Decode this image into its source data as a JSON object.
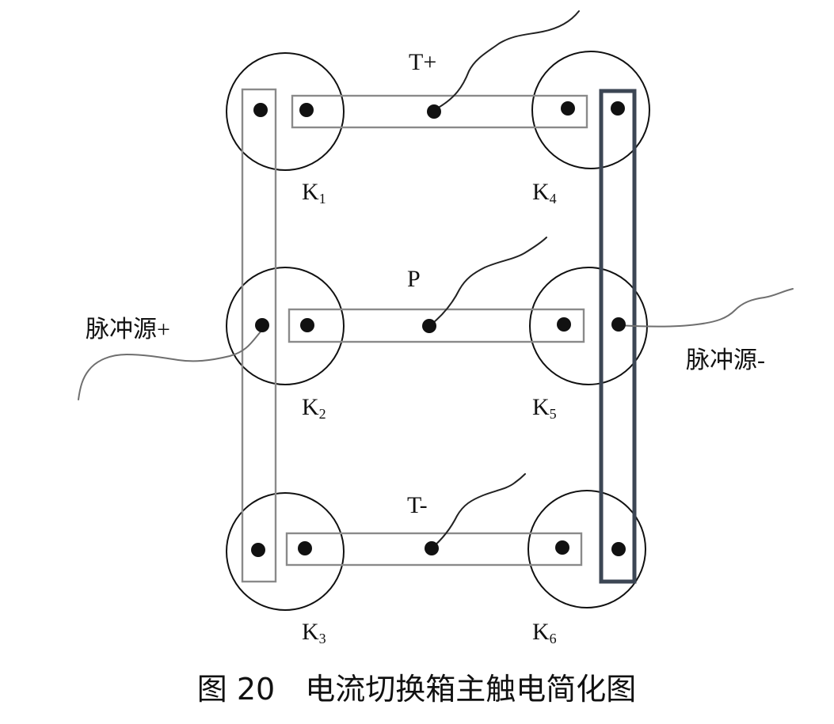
{
  "diagram": {
    "contacts": [
      {
        "id": "k1",
        "label": "K",
        "sub": "1"
      },
      {
        "id": "k2",
        "label": "K",
        "sub": "2"
      },
      {
        "id": "k3",
        "label": "K",
        "sub": "3"
      },
      {
        "id": "k4",
        "label": "K",
        "sub": "4"
      },
      {
        "id": "k5",
        "label": "K",
        "sub": "5"
      },
      {
        "id": "k6",
        "label": "K",
        "sub": "6"
      }
    ],
    "terminals": {
      "t_plus": "T+",
      "p": "P",
      "t_minus": "T-"
    },
    "sources": {
      "pulse_plus": "脉冲源+",
      "pulse_minus": "脉冲源-"
    },
    "caption": "图 20　电流切换箱主触电简化图"
  }
}
